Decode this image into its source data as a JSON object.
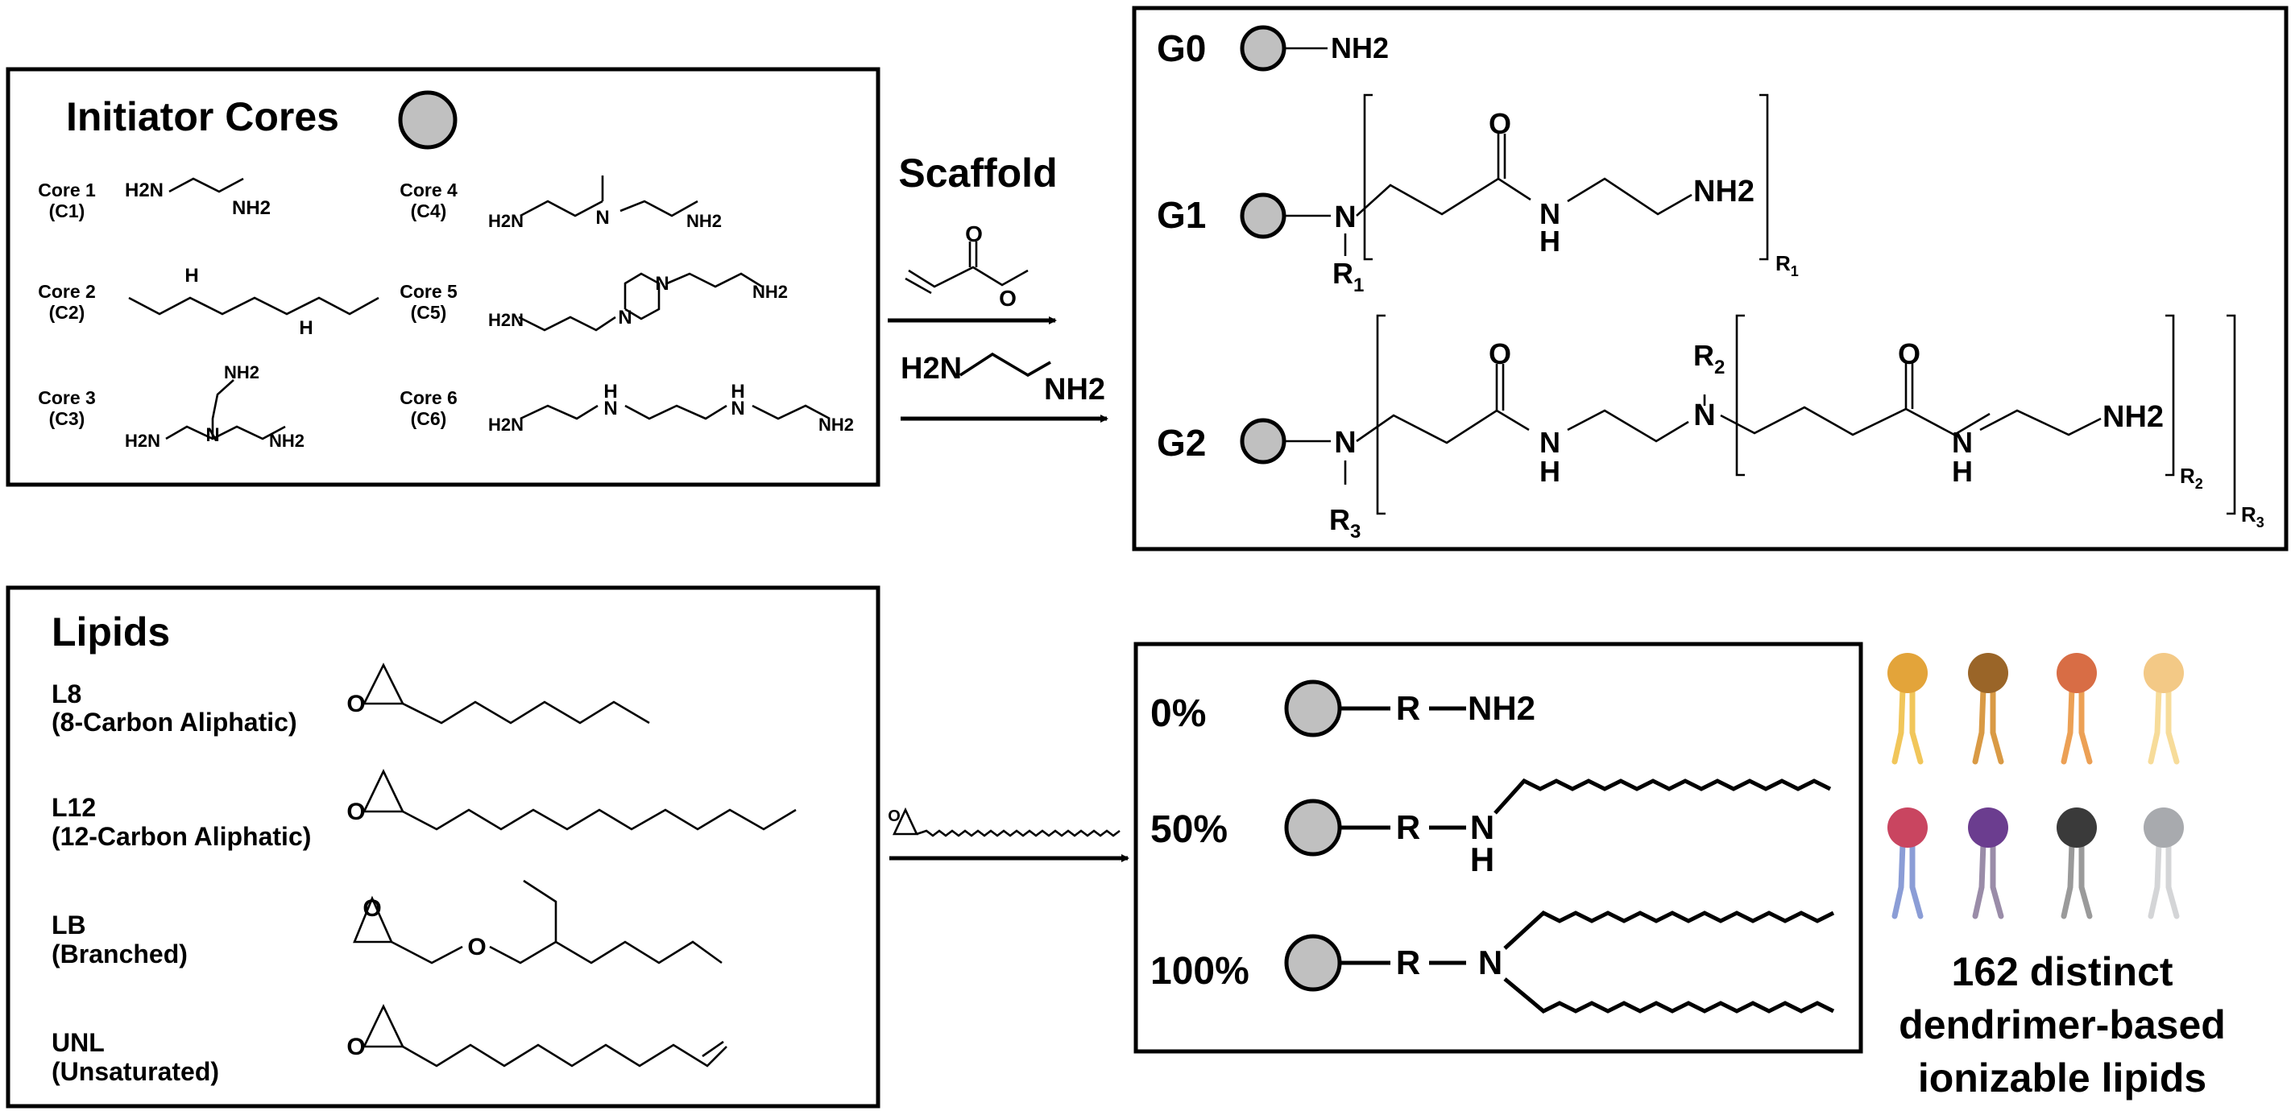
{
  "initiator_cores": {
    "title": "Initiator Cores",
    "cores": [
      {
        "name": "Core 1",
        "code": "(C1)"
      },
      {
        "name": "Core 2",
        "code": "(C2)"
      },
      {
        "name": "Core 3",
        "code": "(C3)"
      },
      {
        "name": "Core 4",
        "code": "(C4)"
      },
      {
        "name": "Core 5",
        "code": "(C5)"
      },
      {
        "name": "Core 6",
        "code": "(C6)"
      }
    ],
    "atoms": {
      "nh2": "NH2",
      "h2n": "H2N",
      "n": "N",
      "h": "H",
      "sub2": "2"
    }
  },
  "scaffold": {
    "title": "Scaffold",
    "reagent1_atom": "O",
    "reagent2_left": "H2N",
    "reagent2_right": "NH2"
  },
  "generations": {
    "g0": {
      "label": "G0",
      "group": "NH2"
    },
    "g1": {
      "label": "G1",
      "r": "R1"
    },
    "g2": {
      "label": "G2",
      "r_a": "R2",
      "r_b": "R3"
    },
    "atoms": {
      "o": "O",
      "n": "N",
      "h": "H",
      "nh2": "NH2",
      "r": "R",
      "sub1": "1",
      "sub2": "2",
      "sub3": "3"
    }
  },
  "lipids": {
    "title": "Lipids",
    "items": [
      {
        "code": "L8",
        "desc": "(8-Carbon Aliphatic)"
      },
      {
        "code": "L12",
        "desc": "(12-Carbon Aliphatic)"
      },
      {
        "code": "LB",
        "desc": "(Branched)"
      },
      {
        "code": "UNL",
        "desc": "(Unsaturated)"
      }
    ],
    "epoxide_atom": "O"
  },
  "products": {
    "rows": [
      {
        "percent": "0%",
        "r": "R",
        "amine": "NH2",
        "amine_color": "#ed9a37"
      },
      {
        "percent": "50%",
        "r": "R",
        "amine_n": "N",
        "amine_h": "H",
        "amine_color": "#e0402a"
      },
      {
        "percent": "100%",
        "r": "R",
        "amine": "N",
        "amine_color": "#1d3fe0"
      }
    ]
  },
  "lipid_icons": {
    "head_colors": [
      "#e3a43a",
      "#9a6528",
      "#d86d45",
      "#f3c986",
      "#c94560",
      "#6b3d8f",
      "#3a3a3a",
      "#a8aaae"
    ],
    "tail_colors": [
      "#f1c65a",
      "#d99a45",
      "#eca055",
      "#f7dc9a",
      "#8b9dd6",
      "#9a8ca8",
      "#9a9a9a",
      "#d4d5d7"
    ]
  },
  "summary": {
    "line1": "162 distinct",
    "line2": "dendrimer-based",
    "line3": "ionizable lipids"
  }
}
